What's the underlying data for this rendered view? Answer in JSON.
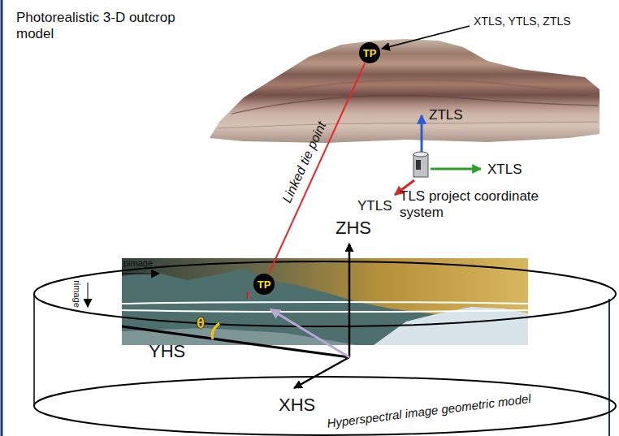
{
  "diagram": {
    "nodes": [
      {
        "text": [
          "TP"
        ]
      },
      {
        "text": [
          "TP"
        ]
      }
    ],
    "edges": [
      {
        "from": 1,
        "to": 0,
        "arrow": "none",
        "label": "Linked tie point"
      }
    ],
    "labels": [
      "Photorealistic 3-D outcrop model",
      "XTLS, YTLS, ZTLS",
      "ZTLS",
      "XTLS",
      "YTLS",
      "TLS project coordinate system",
      "ZHS",
      "pimage",
      "rimage",
      "r",
      "θ",
      "YHS",
      "XHS",
      "Hyperspectral image geometric model"
    ]
  }
}
